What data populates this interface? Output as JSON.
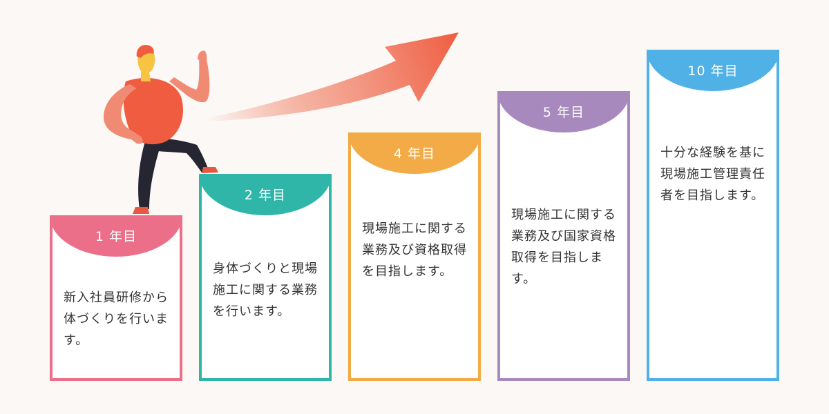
{
  "colors": {
    "background": "#fbf8f5",
    "year1": "#ec6f8a",
    "year2": "#2fb6a8",
    "year4": "#f2ab46",
    "year5": "#a889be",
    "year10": "#4fb1e6",
    "arrow": "#ef5c40",
    "text": "#333333"
  },
  "icons": {
    "person": "climbing-person-illustration",
    "arrow": "growth-arrow"
  },
  "steps": [
    {
      "year": "1 年目",
      "description": "新入社員研修から体づくりを行います。"
    },
    {
      "year": "2 年目",
      "description": "身体づくりと現場施工に関する業務を行います。"
    },
    {
      "year": "4 年目",
      "description": "現場施工に関する業務及び資格取得を目指します。"
    },
    {
      "year": "5 年目",
      "description": "現場施工に関する業務及び国家資格取得を目指します。"
    },
    {
      "year": "10 年目",
      "description": "十分な経験を基に現場施工管理責任者を目指します。"
    }
  ]
}
